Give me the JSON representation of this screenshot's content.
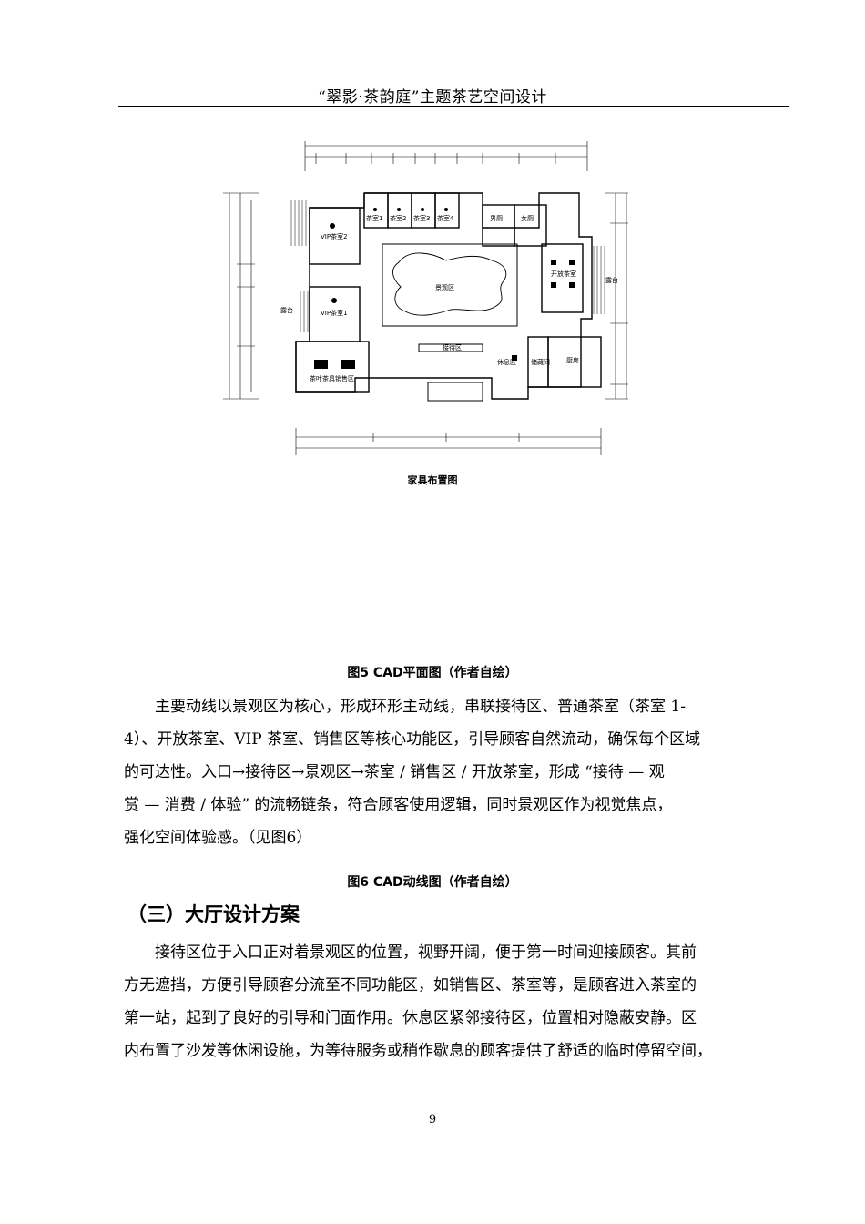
{
  "header": {
    "title": "“翠影·茶韵庭”主题茶艺空间设计"
  },
  "plan": {
    "labels": {
      "tea1": "茶室1",
      "tea2": "茶室2",
      "tea3": "茶室3",
      "tea4": "茶室4",
      "male": "男厕",
      "female": "女厕",
      "vip2": "VIP茶室2",
      "vip1": "VIP茶室1",
      "landscape": "景观区",
      "open_tea": "开放茶室",
      "terrace_left": "露台",
      "terrace_right": "露台",
      "reception": "接待区",
      "rest": "休息区",
      "storage": "储藏间",
      "kitchen": "厨房",
      "sales": "茶叶茶具销售区"
    },
    "caption": "家具布置图"
  },
  "fig5_caption": "图5 CAD平面图（作者自绘）",
  "para1": [
    "主要动线以景观区为核心，形成环形主动线，串联接待区、普通茶室（茶室 1-",
    "4）、开放茶室、VIP 茶室、销售区等核心功能区，引导顾客自然流动，确保每个区域",
    "的可达性。入口→接待区→景观区→茶室 / 销售区 / 开放茶室，形成 “接待 — 观",
    "赏 — 消费 / 体验” 的流畅链条，符合顾客使用逻辑，同时景观区作为视觉焦点，",
    "强化空间体验感。（见图6）"
  ],
  "fig6_caption": "图6 CAD动线图（作者自绘）",
  "section_title": "（三）大厅设计方案",
  "para2": [
    "接待区位于入口正对着景观区的位置，视野开阔，便于第一时间迎接顾客。其前",
    "方无遮挡，方便引导顾客分流至不同功能区，如销售区、茶室等，是顾客进入茶室的",
    "第一站，起到了良好的引导和门面作用。休息区紧邻接待区，位置相对隐蔽安静。区",
    "内布置了沙发等休闲设施，为等待服务或稍作歇息的顾客提供了舒适的临时停留空间，"
  ],
  "page_number": "9"
}
